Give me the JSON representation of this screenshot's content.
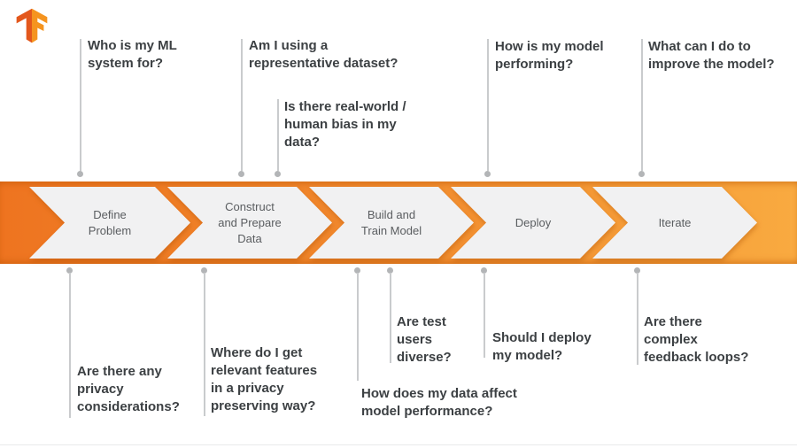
{
  "brand": {
    "logo": "TensorFlow",
    "logo_color_dark": "#E3571C",
    "logo_color_light": "#F5941F"
  },
  "pipeline": {
    "stages": [
      {
        "label": "Define\nProblem"
      },
      {
        "label": "Construct\nand Prepare\nData"
      },
      {
        "label": "Build and\nTrain Model"
      },
      {
        "label": "Deploy"
      },
      {
        "label": "Iterate"
      }
    ]
  },
  "questions_top": [
    {
      "text": "Who is my ML\nsystem for?"
    },
    {
      "text": "Am I using a\nrepresentative dataset?"
    },
    {
      "text": "Is there real-world /\nhuman bias in my\ndata?"
    },
    {
      "text": "How is my model\nperforming?"
    },
    {
      "text": "What can I do to\nimprove the model?"
    }
  ],
  "questions_bottom": [
    {
      "text": "Are there any\nprivacy\nconsiderations?"
    },
    {
      "text": "Where do I get\nrelevant features\nin a privacy\npreserving way?"
    },
    {
      "text": "How does my data affect\nmodel performance?"
    },
    {
      "text": "Are test\nusers\ndiverse?"
    },
    {
      "text": "Should I deploy\nmy model?"
    },
    {
      "text": "Are there\ncomplex\nfeedback loops?"
    }
  ],
  "colors": {
    "band_gradient_left": "#EE7420",
    "band_gradient_right": "#F9AA40",
    "chevron_fill": "#F1F1F2",
    "question_text": "#3C4043",
    "stage_text": "#5A5D60",
    "connector": "#C9CBCD"
  }
}
